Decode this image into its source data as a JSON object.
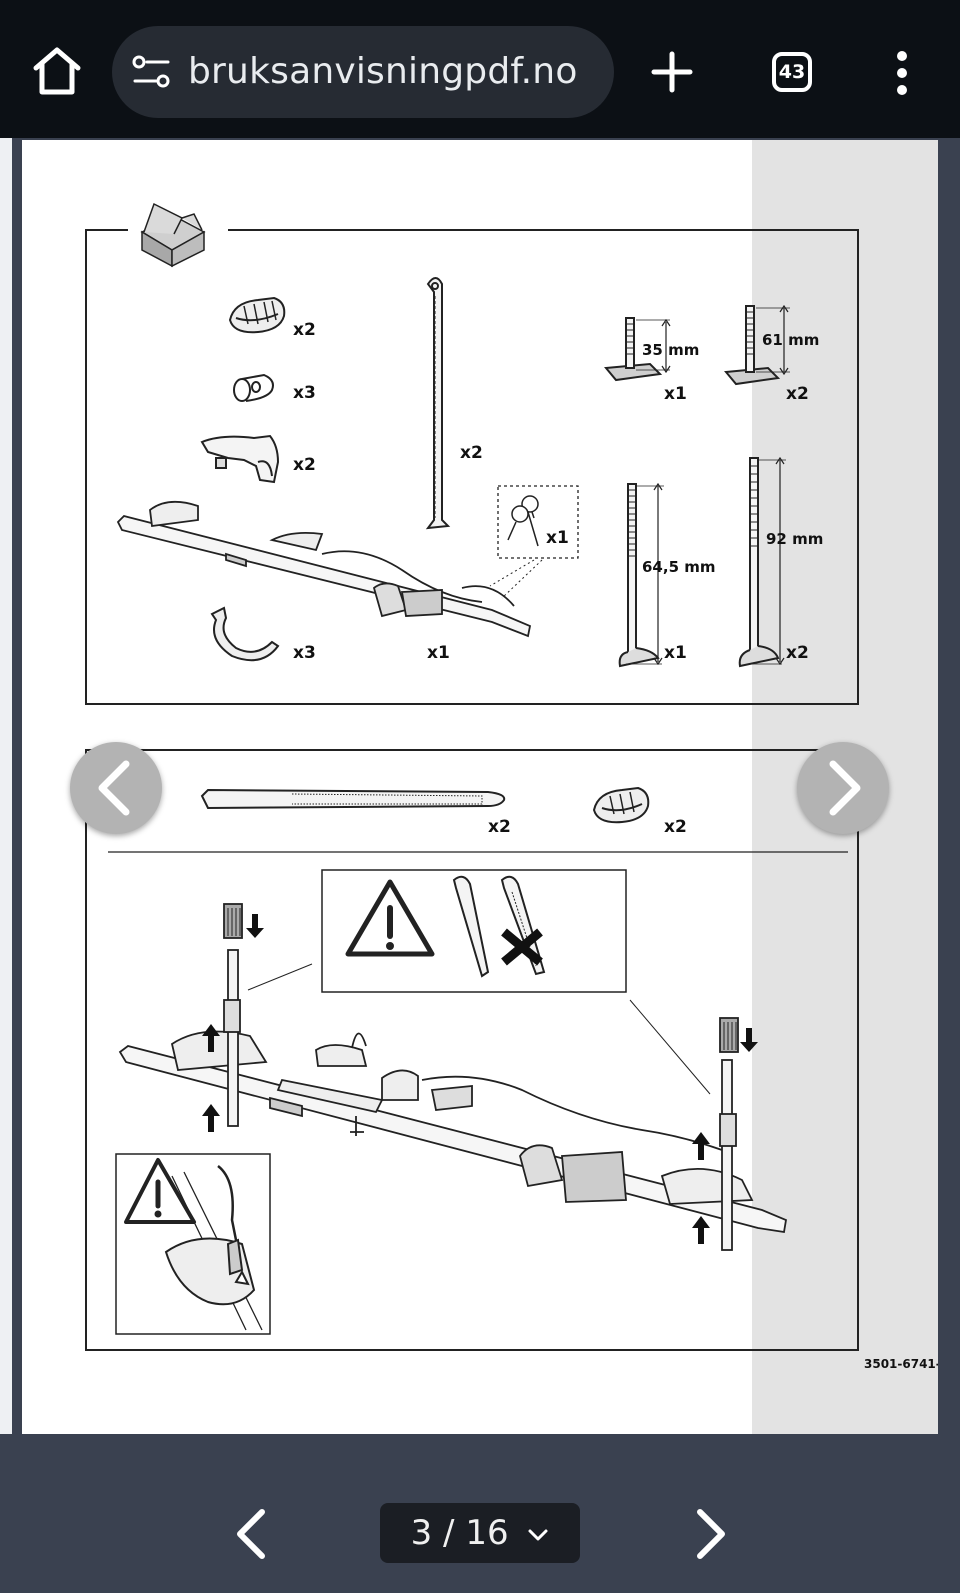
{
  "browser": {
    "url": "bruksanvisningpdf.no",
    "tab_count": "43"
  },
  "manual": {
    "qty": {
      "pad_top": "x2",
      "ring": "x3",
      "clamp_jaw": "x2",
      "strap_bar": "x2",
      "keys": "x1",
      "bolt_35": "x1",
      "bolt_61": "x2",
      "bolt_645": "x1",
      "bolt_92": "x2",
      "hook": "x3",
      "carrier": "x1",
      "strap": "x2",
      "pad_bottom": "x2"
    },
    "dims": {
      "d35": "35 mm",
      "d61": "61 mm",
      "d645": "64,5 mm",
      "d92": "92 mm"
    },
    "part_number": "3501-6741-("
  },
  "pager": {
    "current": "3",
    "total": "16",
    "separator": "/"
  }
}
